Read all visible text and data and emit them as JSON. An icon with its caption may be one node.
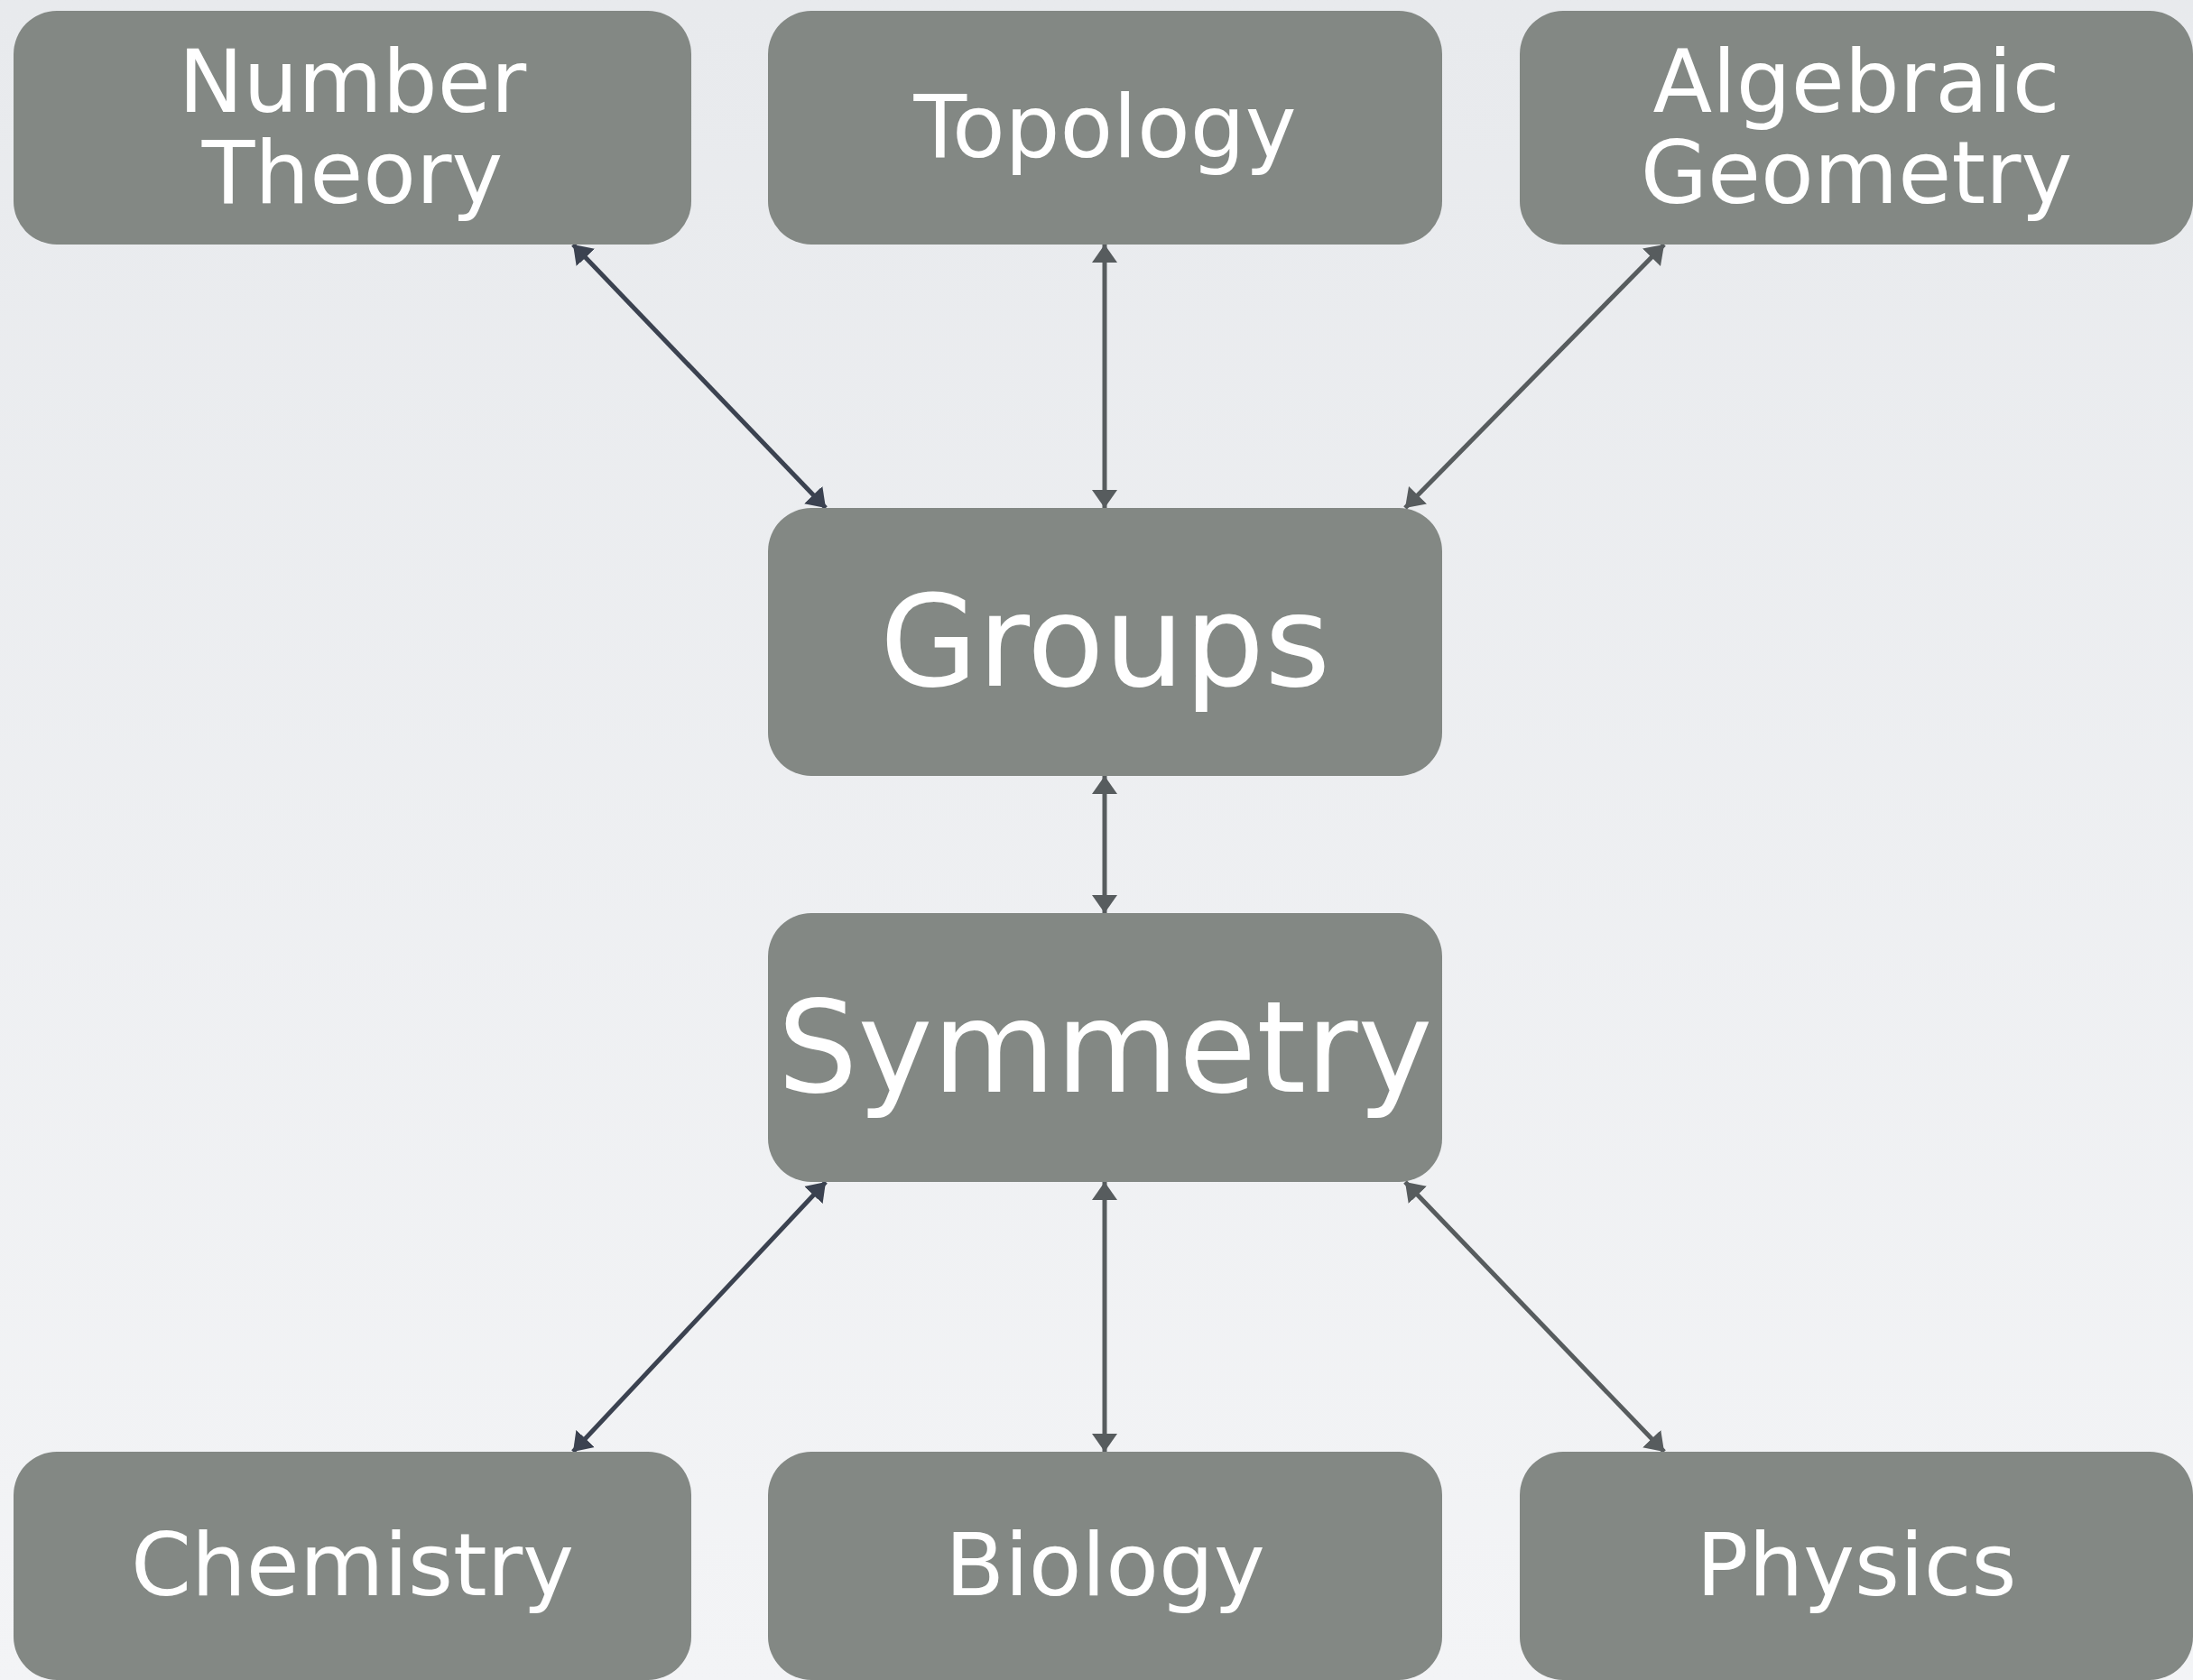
{
  "diagram": {
    "nodes": [
      {
        "text": [
          "Number Theory"
        ]
      },
      {
        "text": [
          "Topology"
        ]
      },
      {
        "text": [
          "Algebraic Geometry"
        ]
      },
      {
        "text": [
          "Groups"
        ]
      },
      {
        "text": [
          "Symmetry"
        ]
      },
      {
        "text": [
          "Chemistry"
        ]
      },
      {
        "text": [
          "Biology"
        ]
      },
      {
        "text": [
          "Physics"
        ]
      }
    ],
    "edges": [
      {
        "from": 0,
        "to": 3,
        "arrow": "both",
        "color": "#3b4250"
      },
      {
        "from": 1,
        "to": 3,
        "arrow": "both"
      },
      {
        "from": 2,
        "to": 3,
        "arrow": "both"
      },
      {
        "from": 3,
        "to": 4,
        "arrow": "both"
      },
      {
        "from": 4,
        "to": 5,
        "arrow": "both",
        "color": "#3b4250"
      },
      {
        "from": 4,
        "to": 6,
        "arrow": "both"
      },
      {
        "from": 4,
        "to": 7,
        "arrow": "both"
      }
    ]
  }
}
